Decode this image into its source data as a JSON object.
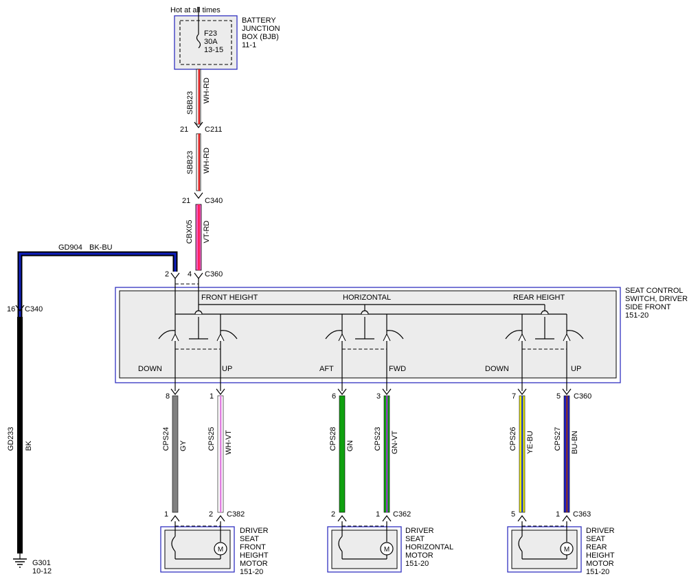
{
  "supply": {
    "hot_label": "Hot at all times",
    "bjb": {
      "fuse": "F23",
      "amps": "30A",
      "ref": "13-15",
      "name_lines": [
        "BATTERY",
        "JUNCTION",
        "BOX (BJB)",
        "11-1"
      ]
    }
  },
  "wires": {
    "w1": {
      "circuit": "SBB23",
      "color_code": "WH-RD",
      "colors": [
        "#ffffff",
        "#e02020"
      ]
    },
    "w2": {
      "circuit": "SBB23",
      "color_code": "WH-RD",
      "colors": [
        "#ffffff",
        "#e02020"
      ]
    },
    "w3": {
      "circuit": "CBX05",
      "color_code": "VT-RD",
      "colors": [
        "#f060c0",
        "#ff2060"
      ]
    },
    "ground_top": {
      "circuit": "GD904",
      "color_code": "BK-BU",
      "colors": [
        "#000000",
        "#1020c0"
      ]
    },
    "ground_left": {
      "circuit": "GD233",
      "color_code": "BK",
      "colors": [
        "#000000",
        "#000000"
      ]
    },
    "cps24": {
      "circuit": "CPS24",
      "color_code": "GY",
      "colors": [
        "#808080",
        "#808080"
      ]
    },
    "cps25": {
      "circuit": "CPS25",
      "color_code": "WH-VT",
      "colors": [
        "#ffffff",
        "#e080e0"
      ]
    },
    "cps28": {
      "circuit": "CPS28",
      "color_code": "GN",
      "colors": [
        "#10a010",
        "#10a010"
      ]
    },
    "cps23": {
      "circuit": "CPS23",
      "color_code": "GN-VT",
      "colors": [
        "#10a010",
        "#9040c0"
      ]
    },
    "cps26": {
      "circuit": "CPS26",
      "color_code": "YE-BU",
      "colors": [
        "#f0f000",
        "#2040c0"
      ]
    },
    "cps27": {
      "circuit": "CPS27",
      "color_code": "BU-BN",
      "colors": [
        "#2020c0",
        "#803030"
      ]
    }
  },
  "connectors": {
    "c211": {
      "name": "C211",
      "pin": "21"
    },
    "c340": {
      "name": "C340",
      "pin": "21"
    },
    "c360_top": {
      "name": "C360",
      "pins": [
        "2",
        "4"
      ]
    },
    "c340_left": {
      "name": "C340",
      "pin": "16"
    },
    "c360_bottom": {
      "name": "C360",
      "pins": [
        "8",
        "1",
        "6",
        "3",
        "7",
        "5"
      ]
    },
    "c382": {
      "name": "C382",
      "pins": [
        "1",
        "2"
      ]
    },
    "c362": {
      "name": "C362",
      "pins": [
        "2",
        "1"
      ]
    },
    "c363": {
      "name": "C363",
      "pins": [
        "5",
        "1"
      ]
    }
  },
  "switch": {
    "name_lines": [
      "SEAT CONTROL",
      "SWITCH, DRIVER",
      "SIDE FRONT",
      "151-20"
    ],
    "sections": [
      "FRONT HEIGHT",
      "HORIZONTAL",
      "REAR HEIGHT"
    ],
    "positions": [
      "DOWN",
      "UP",
      "AFT",
      "FWD",
      "DOWN",
      "UP"
    ]
  },
  "motors": {
    "front": {
      "name_lines": [
        "DRIVER",
        "SEAT",
        "FRONT",
        "HEIGHT",
        "MOTOR",
        "151-20"
      ],
      "symbol": "M"
    },
    "horizontal": {
      "name_lines": [
        "DRIVER",
        "SEAT",
        "HORIZONTAL",
        "MOTOR",
        "151-20"
      ],
      "symbol": "M"
    },
    "rear": {
      "name_lines": [
        "DRIVER",
        "SEAT",
        "REAR",
        "HEIGHT",
        "MOTOR",
        "151-20"
      ],
      "symbol": "M"
    }
  },
  "ground": {
    "name": "G301",
    "ref": "10-12"
  },
  "colors": {
    "box_border": "#3030c0",
    "box_fill": "#ececec",
    "line": "#000000"
  }
}
